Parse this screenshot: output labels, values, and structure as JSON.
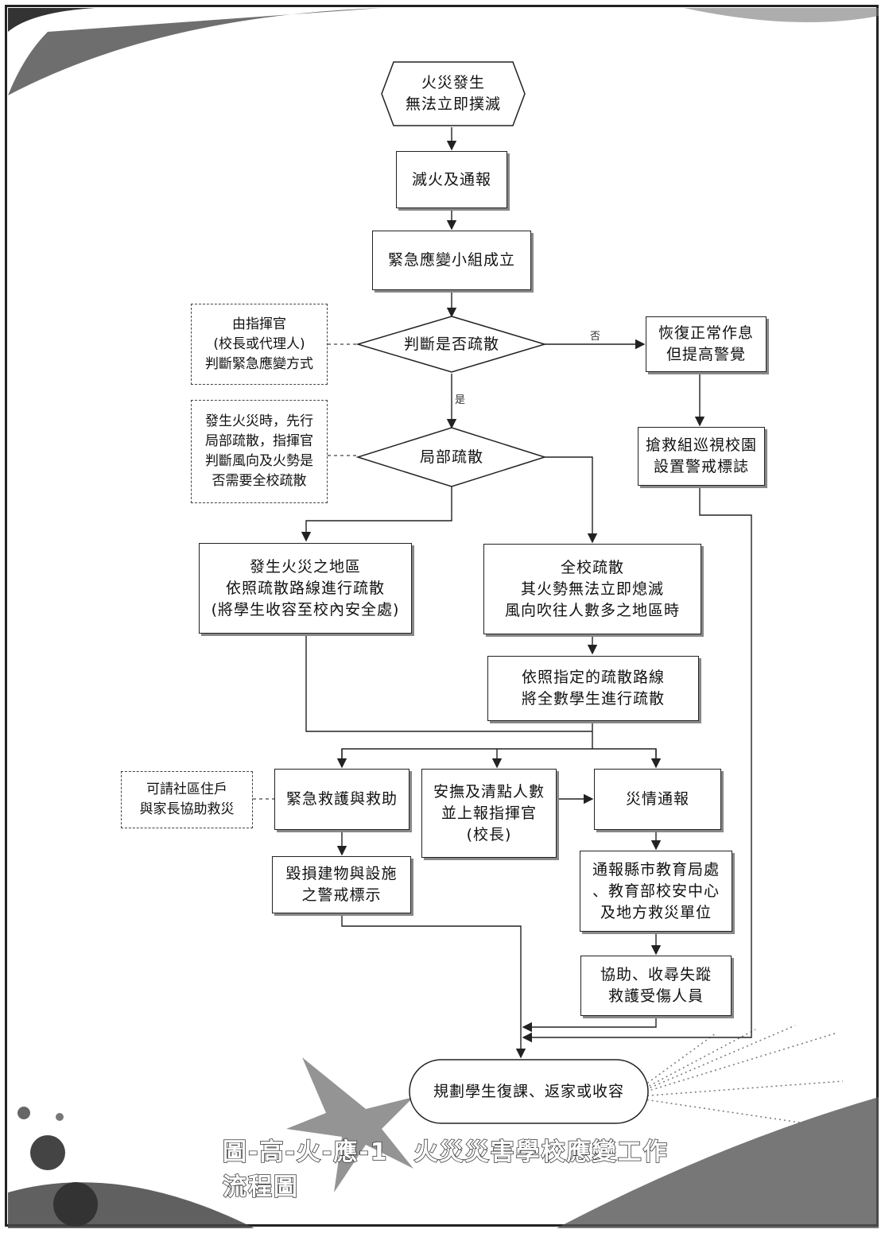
{
  "nodes": {
    "start": "火災發生\n無法立即撲滅",
    "extinguish": "滅火及通報",
    "team": "緊急應變小組成立",
    "decide_evac": "判斷是否疏散",
    "note_commander": "由指揮官\n(校長或代理人)\n判斷緊急應變方式",
    "restore": "恢復正常作息\n但提高警覺",
    "patrol": "搶救組巡視校園\n設置警戒標誌",
    "partial": "局部疏散",
    "note_partial": "發生火災時，先行\n局部疏散，指揮官\n判斷風向及火勢是\n否需要全校疏散",
    "local_evac": "發生火災之地區\n依照疏散路線進行疏散\n(將學生收容至校內安全處)",
    "school_evac": "全校疏散\n其火勢無法立即熄滅\n風向吹往人數多之地區時",
    "route_evac": "依照指定的疏散路線\n將全數學生進行疏散",
    "note_community": "可請社區住戶\n與家長協助救災",
    "rescue": "緊急救護與救助",
    "headcount": "安撫及清點人數\n並上報指揮官\n(校長)",
    "report": "災情通報",
    "damage": "毀損建物與設施\n之警戒標示",
    "notify": "通報縣市教育局處\n、教育部校安中心\n及地方救災單位",
    "search": "協助、收尋失蹤\n救護受傷人員",
    "end": "規劃學生復課、返家或收容"
  },
  "edge_labels": {
    "no": "否",
    "yes": "是"
  },
  "caption": "圖-高-火-應-1　火災災害學校應變工作流程圖",
  "colors": {
    "line": "#222222",
    "shadow": "#888888",
    "decor": "#4a4a4a"
  }
}
